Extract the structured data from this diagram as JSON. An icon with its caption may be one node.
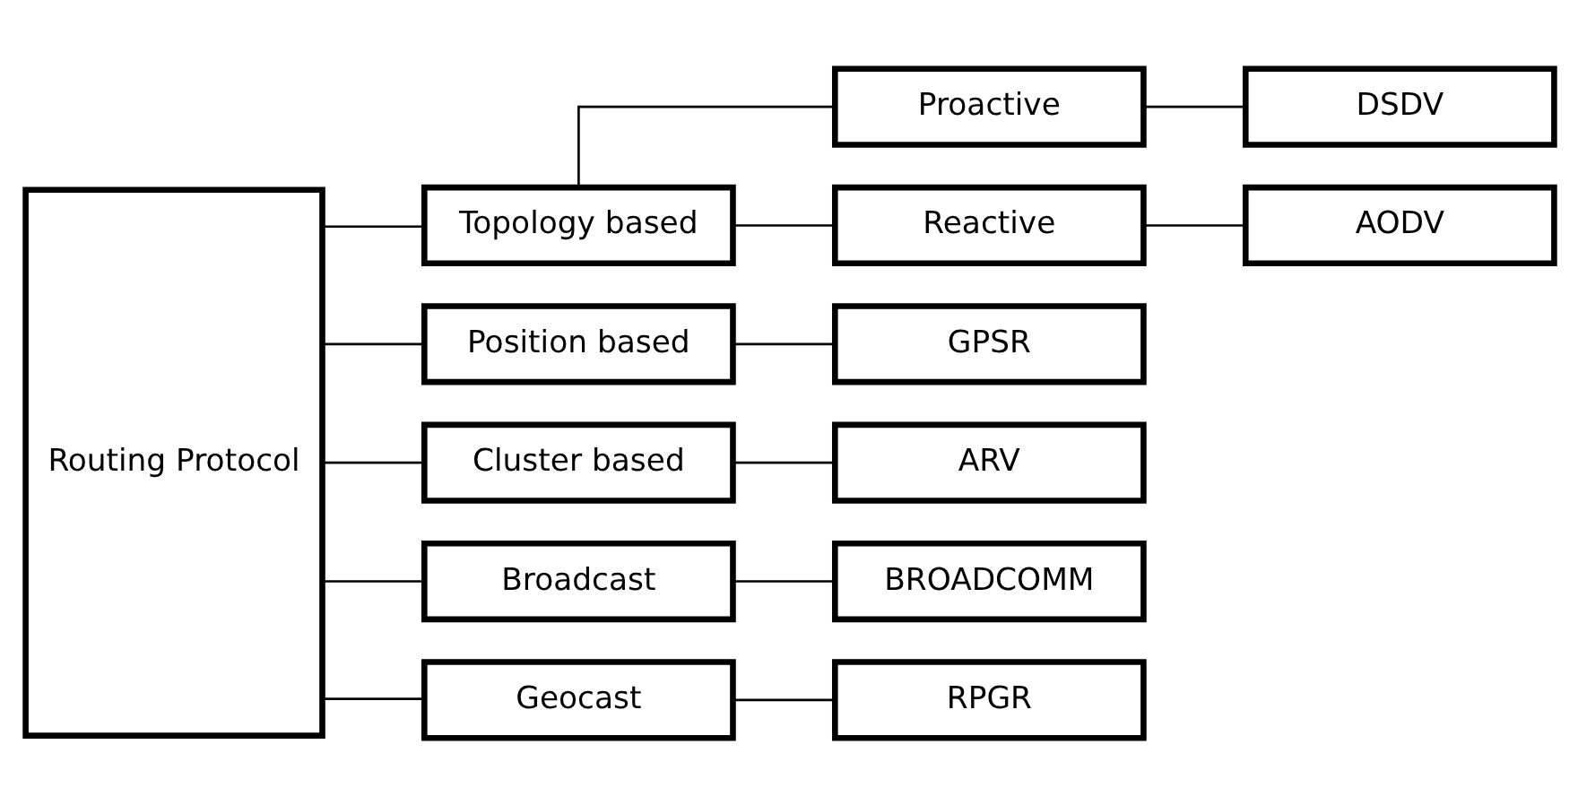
{
  "diagram": {
    "nodes": [
      {
        "text": [
          "Routing Protocol"
        ]
      },
      {
        "text": [
          "Topology based"
        ]
      },
      {
        "text": [
          "Proactive"
        ]
      },
      {
        "text": [
          "DSDV"
        ]
      },
      {
        "text": [
          "Reactive"
        ]
      },
      {
        "text": [
          "AODV"
        ]
      },
      {
        "text": [
          "Position based"
        ]
      },
      {
        "text": [
          "GPSR"
        ]
      },
      {
        "text": [
          "Cluster based"
        ]
      },
      {
        "text": [
          "ARV"
        ]
      },
      {
        "text": [
          "Broadcast"
        ]
      },
      {
        "text": [
          "BROADCOMM"
        ]
      },
      {
        "text": [
          "Geocast"
        ]
      },
      {
        "text": [
          "RPGR"
        ]
      }
    ],
    "edges": [
      {
        "from": 0,
        "to": 1,
        "arrow": "none"
      },
      {
        "from": 0,
        "to": 6,
        "arrow": "none"
      },
      {
        "from": 0,
        "to": 8,
        "arrow": "none"
      },
      {
        "from": 0,
        "to": 10,
        "arrow": "none"
      },
      {
        "from": 0,
        "to": 12,
        "arrow": "none"
      },
      {
        "from": 1,
        "to": 2,
        "arrow": "none"
      },
      {
        "from": 1,
        "to": 4,
        "arrow": "none"
      },
      {
        "from": 2,
        "to": 3,
        "arrow": "none"
      },
      {
        "from": 4,
        "to": 5,
        "arrow": "none"
      },
      {
        "from": 6,
        "to": 7,
        "arrow": "none"
      },
      {
        "from": 8,
        "to": 9,
        "arrow": "none"
      },
      {
        "from": 10,
        "to": 11,
        "arrow": "none"
      },
      {
        "from": 12,
        "to": 13,
        "arrow": "none"
      }
    ]
  }
}
